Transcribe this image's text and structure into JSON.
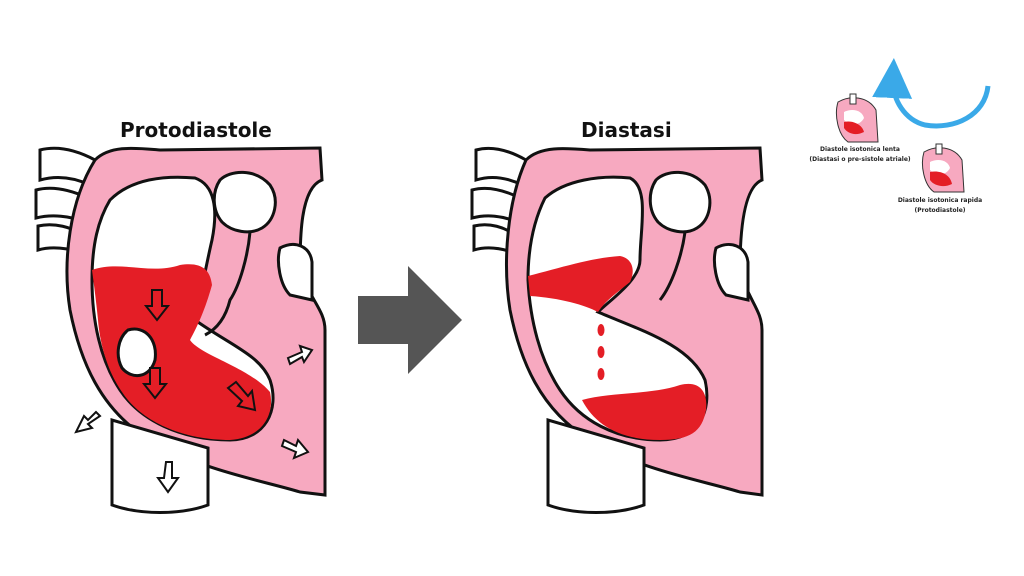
{
  "panels": {
    "left_title": "Protodiastole",
    "right_title": "Diastasi"
  },
  "cycle": {
    "slow_label_line1": "Diastole isotonica lenta",
    "slow_label_line2": "(Diastasi o pre-sistole atriale)",
    "fast_label_line1": "Diastole isotonica rapida",
    "fast_label_line2": "(Protodiastole)"
  },
  "colors": {
    "myocardium": "#f7a9c0",
    "blood": "#e41e26",
    "outline": "#111111",
    "transition_arrow": "#555555",
    "cycle_arrow": "#3aa9e8"
  },
  "icons": {
    "transition": "right-arrow-icon",
    "flow": "outline-arrow-icon",
    "cycle": "curved-arrow-icon"
  }
}
